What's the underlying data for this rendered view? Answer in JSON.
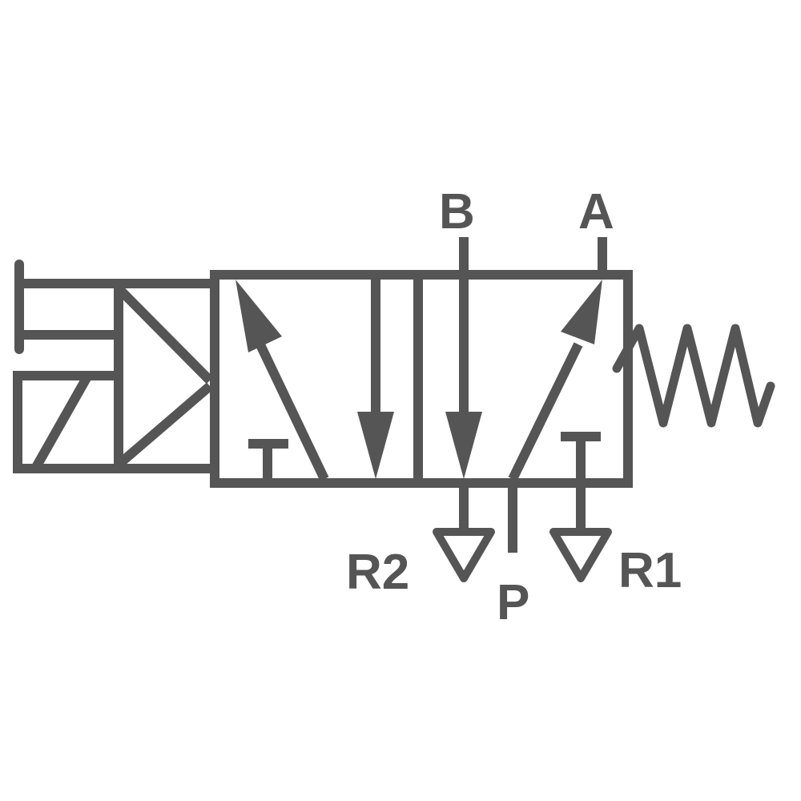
{
  "diagram": {
    "type": "pneumatic-valve-symbol",
    "description": "5/2-way solenoid valve, spring return",
    "stroke_color": "#555555",
    "background": "#ffffff",
    "ports": {
      "top": [
        {
          "id": "B",
          "label": "B"
        },
        {
          "id": "A",
          "label": "A"
        }
      ],
      "bottom": [
        {
          "id": "R2",
          "label": "R2"
        },
        {
          "id": "P",
          "label": "P"
        },
        {
          "id": "R1",
          "label": "R1"
        }
      ]
    },
    "actuators": {
      "left": "solenoid with manual override",
      "right": "spring return"
    },
    "positions": [
      {
        "name": "left-position",
        "flows": [
          "R2 blocked(T)",
          "diagonal arrow up-left",
          "down arrow"
        ]
      },
      {
        "name": "right-position",
        "flows": [
          "B to R2 down arrow",
          "P to A diagonal arrow",
          "R1 blocked(T)"
        ]
      }
    ]
  }
}
